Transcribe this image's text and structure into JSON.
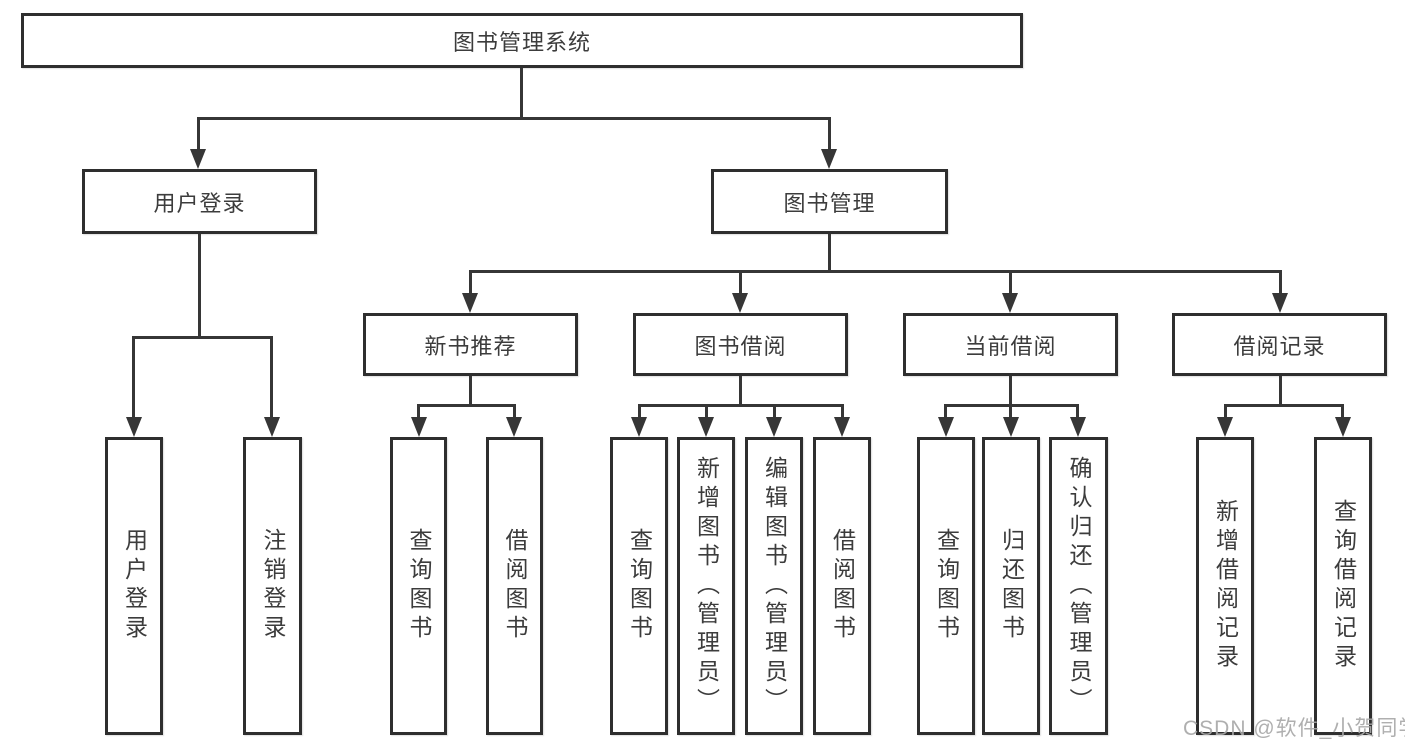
{
  "diagram": {
    "title": "图书管理系统",
    "branches": [
      {
        "label": "用户登录",
        "children": [
          {
            "label": "用户登录"
          },
          {
            "label": "注销登录"
          }
        ]
      },
      {
        "label": "图书管理",
        "groups": [
          {
            "label": "新书推荐",
            "children": [
              {
                "label": "查询图书"
              },
              {
                "label": "借阅图书"
              }
            ]
          },
          {
            "label": "图书借阅",
            "children": [
              {
                "label": "查询图书"
              },
              {
                "label": "新增图书（管理员）"
              },
              {
                "label": "编辑图书（管理员）"
              },
              {
                "label": "借阅图书"
              }
            ]
          },
          {
            "label": "当前借阅",
            "children": [
              {
                "label": "查询图书"
              },
              {
                "label": "归还图书"
              },
              {
                "label": "确认归还（管理员）"
              }
            ]
          },
          {
            "label": "借阅记录",
            "children": [
              {
                "label": "新增借阅记录"
              },
              {
                "label": "查询借阅记录"
              }
            ]
          }
        ]
      }
    ]
  },
  "watermark": {
    "text": "CSDN @软件_小贺同学"
  },
  "colors": {
    "line": "#363636",
    "box_border": "#2e2e2e",
    "text": "#3c3c3c",
    "watermark": "#a8a8a8",
    "background": "#ffffff"
  }
}
